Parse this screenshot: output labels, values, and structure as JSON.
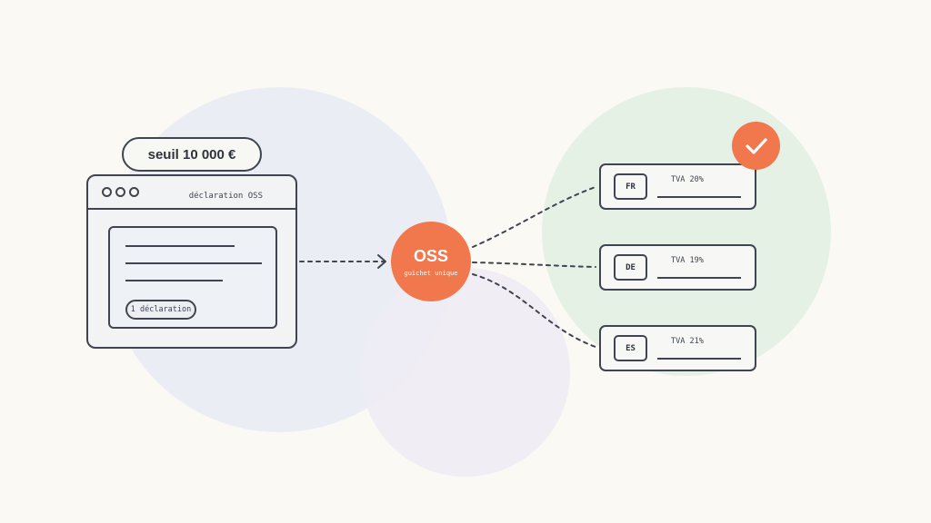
{
  "threshold": {
    "label": "seuil 10 000 €"
  },
  "browser": {
    "title": "déclaration OSS",
    "declaration_count": "1 déclaration"
  },
  "oss": {
    "title": "OSS",
    "subtitle": "guichet unique"
  },
  "countries": [
    {
      "code": "FR",
      "vat": "TVA 20%"
    },
    {
      "code": "DE",
      "vat": "TVA 19%"
    },
    {
      "code": "ES",
      "vat": "TVA 21%"
    }
  ],
  "icons": {
    "check": "checkmark-icon",
    "browser_dots": "window-controls-icon"
  },
  "colors": {
    "accent": "#f1774c",
    "stroke": "#3f4450",
    "background": "#faf9f4",
    "blob_blue": "#e9edf3",
    "blob_green": "#e6f1e6",
    "blob_lilac": "#eeebf3"
  }
}
